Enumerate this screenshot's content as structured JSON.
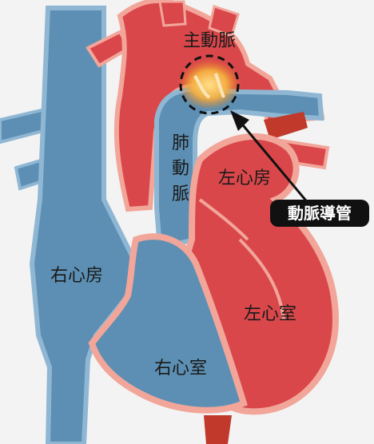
{
  "labels": {
    "aorta": "主動脈",
    "pulmonary_artery": "肺動脈",
    "left_atrium": "左心房",
    "right_atrium": "右心房",
    "left_ventricle": "左心室",
    "right_ventricle": "右心室",
    "ductus_callout": "動脈導管"
  },
  "colors": {
    "oxygenated": "#d9474b",
    "oxygenated_light": "#f2a69a",
    "deoxygenated": "#5c8fb3",
    "deoxygenated_light": "#8fb7d3",
    "outline": "#f0b0a4",
    "highlight": "#f5b041",
    "callout_bg": "#111111",
    "background": "#f3f3f3"
  }
}
